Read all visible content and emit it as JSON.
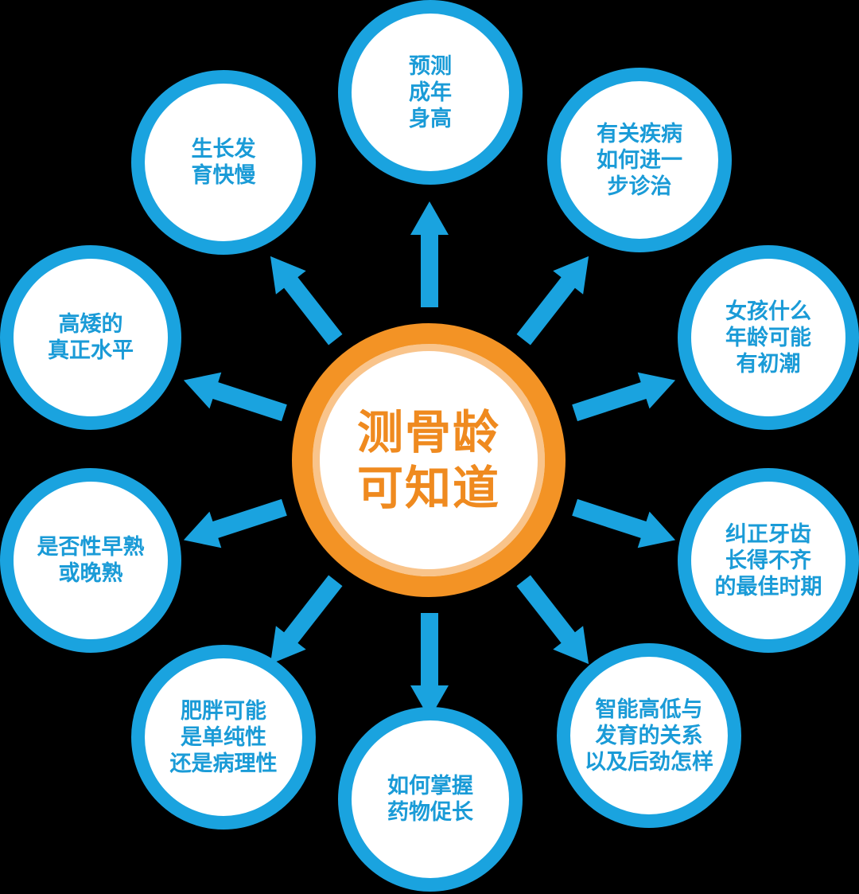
{
  "diagram": {
    "center": {
      "label": "测骨龄\n可知道",
      "border_color": "#f39325",
      "text_color": "#ef8a1f"
    },
    "node_border_color": "#1aa3df",
    "node_text_color": "#1a9bd7",
    "arrow_color": "#1aa3df",
    "nodes": [
      {
        "id": "predict-adult-height",
        "label": "预测\n成年\n身高"
      },
      {
        "id": "disease-diagnosis",
        "label": "有关疾病\n如何进一\n步诊治"
      },
      {
        "id": "girl-menarche-age",
        "label": "女孩什么\n年龄可能\n有初潮"
      },
      {
        "id": "teeth-correction",
        "label": "纠正牙齿\n长得不齐\n的最佳时期"
      },
      {
        "id": "intelligence-development",
        "label": "智能高低与\n发育的关系\n以及后劲怎样"
      },
      {
        "id": "growth-medication",
        "label": "如何掌握\n药物促长"
      },
      {
        "id": "obesity-type",
        "label": "肥胖可能\n是单纯性\n还是病理性"
      },
      {
        "id": "precocious-puberty",
        "label": "是否性早熟\n或晚熟"
      },
      {
        "id": "true-height-level",
        "label": "高矮的\n真正水平"
      },
      {
        "id": "growth-speed",
        "label": "生长发\n育快慢"
      }
    ]
  }
}
